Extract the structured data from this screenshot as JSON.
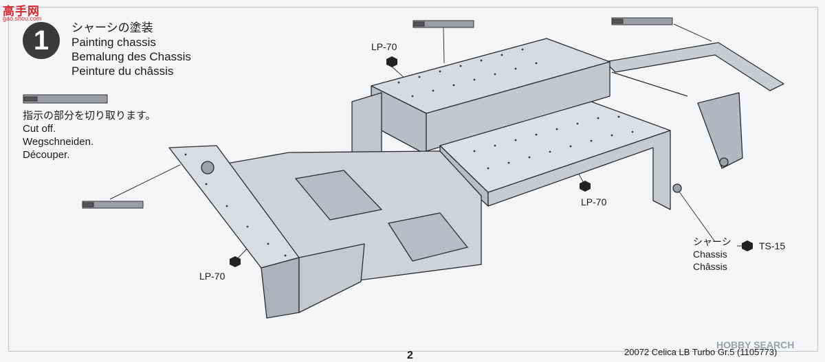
{
  "watermark": {
    "brand": "高手网",
    "url": "gao.shou.com"
  },
  "step": {
    "number": "1",
    "title_jp": "シャーシの塗装",
    "title_en": "Painting chassis",
    "title_de": "Bemalung des Chassis",
    "title_fr": "Peinture du châssis"
  },
  "cut_instruction": {
    "jp": "指示の部分を切り取ります。",
    "en": "Cut off.",
    "de": "Wegschneiden.",
    "fr": "Découper."
  },
  "paint_labels": {
    "top": "LP-70",
    "right": "LP-70",
    "left": "LP-70",
    "chassis_paint": "TS-15"
  },
  "chassis_label": {
    "jp": "シャーシ",
    "en": "Chassis",
    "fr": "Châssis"
  },
  "footer": {
    "page_number": "2",
    "kit_info": "20072  Celica LB Turbo Gr.5 (1105773)",
    "hobby_search": "HOBBY SEARCH"
  },
  "icons": [
    "cut-marker-icon",
    "paint-hexagon-icon",
    "chassis-part-icon"
  ],
  "colors": {
    "ink": "#1a1a1a",
    "paper": "#f4f5f7",
    "badge": "#3a3a3a",
    "watermark": "#d8282e"
  }
}
